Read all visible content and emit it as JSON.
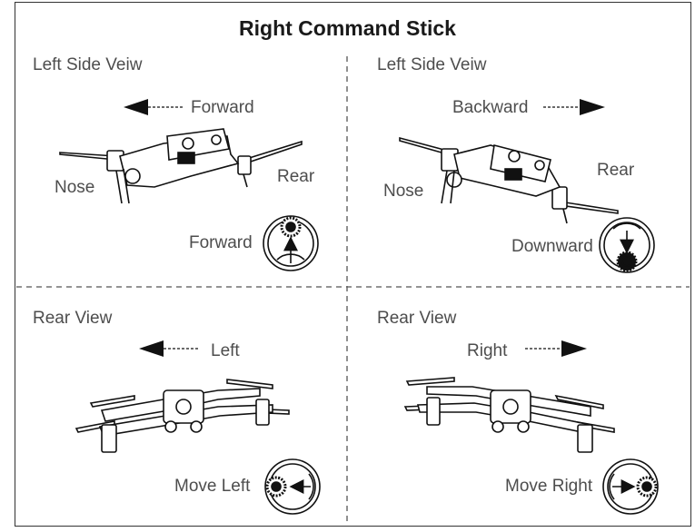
{
  "title": "Right Command Stick",
  "panels": [
    {
      "view": "Left Side Veiw",
      "direction": "Forward",
      "nose": "Nose",
      "rear": "Rear",
      "stick": "Forward"
    },
    {
      "view": "Left Side Veiw",
      "direction": "Backward",
      "nose": "Nose",
      "rear": "Rear",
      "stick": "Downward"
    },
    {
      "view": "Rear View",
      "direction": "Left",
      "stick": "Move Left"
    },
    {
      "view": "Rear View",
      "direction": "Right",
      "stick": "Move Right"
    }
  ]
}
